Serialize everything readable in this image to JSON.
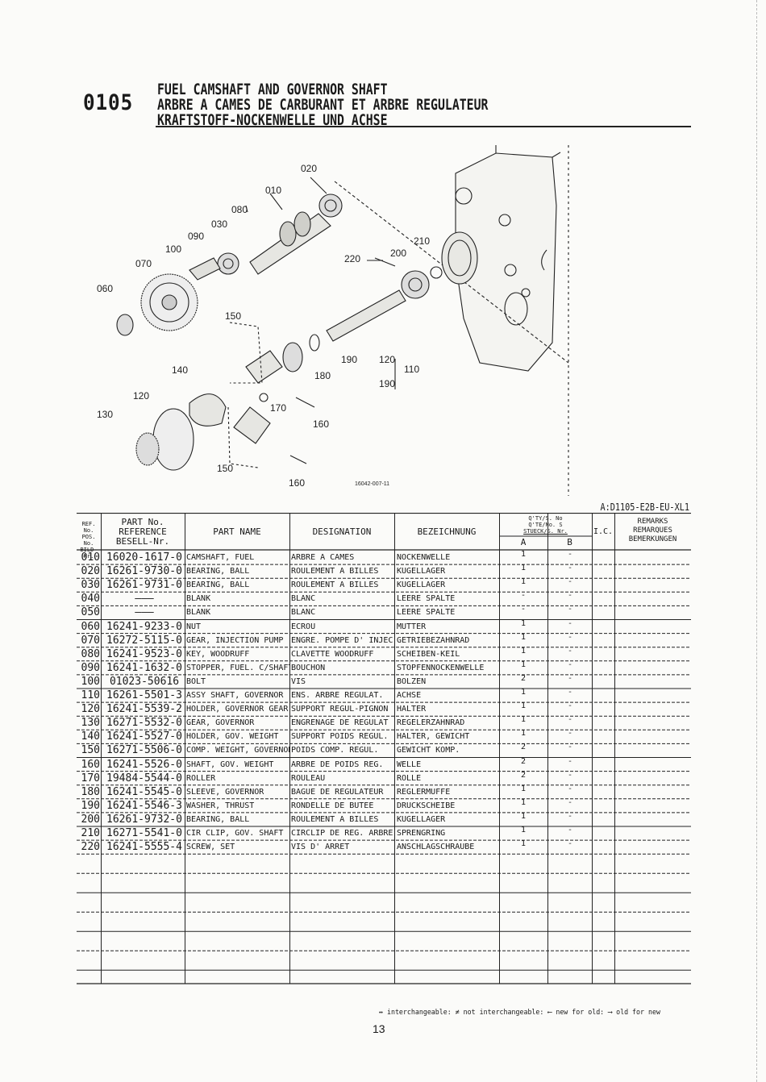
{
  "header": {
    "section_number": "0105",
    "title_en": "FUEL CAMSHAFT AND GOVERNOR SHAFT",
    "title_fr": "ARBRE A CAMES DE CARBURANT ET ARBRE REGULATEUR",
    "title_de": "KRAFTSTOFF-NOCKENWELLE UND ACHSE"
  },
  "diagram": {
    "callouts": [
      "020",
      "010",
      "080",
      "030",
      "090",
      "100",
      "070",
      "060",
      "210",
      "200",
      "220",
      "150",
      "190",
      "120",
      "110",
      "190",
      "140",
      "180",
      "120",
      "130",
      "170",
      "160",
      "150",
      "160"
    ],
    "drawing_code": "16042-007-11"
  },
  "model_code": "A:D1105-E2B-EU-XL1",
  "table_header": {
    "ref_no": [
      "REF. No.",
      "POS. No.",
      "BILD-Nr."
    ],
    "part_no": [
      "PART No.",
      "REFERENCE",
      "BESELL-Nr."
    ],
    "part_name": "PART NAME",
    "designation": "DESIGNATION",
    "bezeichnung": "BEZEICHNUNG",
    "qty": [
      "Q'TY/S. No",
      "Q'TE/No. S",
      "STUECK/S. Nr."
    ],
    "qty_a": "A",
    "qty_b": "B",
    "ic": "I.C.",
    "remarks": [
      "REMARKS",
      "REMARQUES",
      "BEMERKUNGEN"
    ]
  },
  "parts": [
    {
      "ref": "010",
      "part": "16020-1617-0",
      "name": "CAMSHAFT, FUEL",
      "des": "ARBRE A CAMES",
      "bez": "NOCKENWELLE",
      "a": "1",
      "b": "-"
    },
    {
      "ref": "020",
      "part": "16261-9730-0",
      "name": "BEARING, BALL",
      "des": "ROULEMENT A BILLES",
      "bez": "KUGELLAGER",
      "a": "1",
      "b": "-"
    },
    {
      "ref": "030",
      "part": "16261-9731-0",
      "name": "BEARING, BALL",
      "des": "ROULEMENT A BILLES",
      "bez": "KUGELLAGER",
      "a": "1",
      "b": "-"
    },
    {
      "ref": "040",
      "part": "———",
      "name": "BLANK",
      "des": "BLANC",
      "bez": "LEERE SPALTE",
      "a": "-",
      "b": "-"
    },
    {
      "ref": "050",
      "part": "———",
      "name": "BLANK",
      "des": "BLANC",
      "bez": "LEERE SPALTE",
      "a": "-",
      "b": "-"
    },
    {
      "ref": "060",
      "part": "16241-9233-0",
      "name": "NUT",
      "des": "ECROU",
      "bez": "MUTTER",
      "a": "1",
      "b": "-"
    },
    {
      "ref": "070",
      "part": "16272-5115-0",
      "name": "GEAR, INJECTION PUMP",
      "des": "ENGRE. POMPE D' INJEC.",
      "bez": "GETRIEBEZAHNRAD",
      "a": "1",
      "b": "-"
    },
    {
      "ref": "080",
      "part": "16241-9523-0",
      "name": "KEY, WOODRUFF",
      "des": "CLAVETTE WOODRUFF",
      "bez": "SCHEIBEN-KEIL",
      "a": "1",
      "b": "-"
    },
    {
      "ref": "090",
      "part": "16241-1632-0",
      "name": "STOPPER, FUEL. C/SHAFT",
      "des": "BOUCHON",
      "bez": "STOPFENNOCKENWELLE",
      "a": "1",
      "b": "-"
    },
    {
      "ref": "100",
      "part": "01023-50616",
      "name": "BOLT",
      "des": "VIS",
      "bez": "BOLZEN",
      "a": "2",
      "b": "-"
    },
    {
      "ref": "110",
      "part": "16261-5501-3",
      "name": "ASSY SHAFT, GOVERNOR",
      "des": "ENS. ARBRE REGULAT.",
      "bez": "ACHSE",
      "a": "1",
      "b": "-"
    },
    {
      "ref": "120",
      "part": "16241-5539-2",
      "name": "HOLDER, GOVERNOR GEAR",
      "des": "SUPPORT REGUL-PIGNON",
      "bez": "HALTER",
      "a": "1",
      "b": "-"
    },
    {
      "ref": "130",
      "part": "16271-5532-0",
      "name": "GEAR, GOVERNOR",
      "des": "ENGRENAGE DE REGULAT",
      "bez": "REGELERZAHNRAD",
      "a": "1",
      "b": "-"
    },
    {
      "ref": "140",
      "part": "16241-5527-0",
      "name": "HOLDER, GOV. WEIGHT",
      "des": "SUPPORT POIDS REGUL.",
      "bez": "HALTER, GEWICHT",
      "a": "1",
      "b": "-"
    },
    {
      "ref": "150",
      "part": "16271-5506-0",
      "name": "COMP. WEIGHT, GOVERNOR",
      "des": "POIDS COMP. REGUL.",
      "bez": "GEWICHT KOMP.",
      "a": "2",
      "b": "-"
    },
    {
      "ref": "160",
      "part": "16241-5526-0",
      "name": "SHAFT, GOV. WEIGHT",
      "des": "ARBRE DE POIDS REG.",
      "bez": "WELLE",
      "a": "2",
      "b": "-"
    },
    {
      "ref": "170",
      "part": "19484-5544-0",
      "name": "ROLLER",
      "des": "ROULEAU",
      "bez": "ROLLE",
      "a": "2",
      "b": "-"
    },
    {
      "ref": "180",
      "part": "16241-5545-0",
      "name": "SLEEVE, GOVERNOR",
      "des": "BAGUE DE REGULATEUR",
      "bez": "REGLERMUFFE",
      "a": "1",
      "b": "-"
    },
    {
      "ref": "190",
      "part": "16241-5546-3",
      "name": "WASHER, THRUST",
      "des": "RONDELLE DE BUTEE",
      "bez": "DRUCKSCHEIBE",
      "a": "1",
      "b": "-"
    },
    {
      "ref": "200",
      "part": "16261-9732-0",
      "name": "BEARING, BALL",
      "des": "ROULEMENT A BILLES",
      "bez": "KUGELLAGER",
      "a": "1",
      "b": "-"
    },
    {
      "ref": "210",
      "part": "16271-5541-0",
      "name": "CIR CLIP, GOV. SHAFT",
      "des": "CIRCLIP DE REG. ARBRE",
      "bez": "SPRENGRING",
      "a": "1",
      "b": "-"
    },
    {
      "ref": "220",
      "part": "16241-5555-4",
      "name": "SCREW, SET",
      "des": "VIS D' ARRET",
      "bez": "ANSCHLAGSCHRAUBE",
      "a": "1",
      "b": "-"
    }
  ],
  "footer": {
    "legend": "↔ interchangeable: ≠ not interchangeable: ⟵ new for old: ⟶ old for new",
    "page_number": "13"
  }
}
